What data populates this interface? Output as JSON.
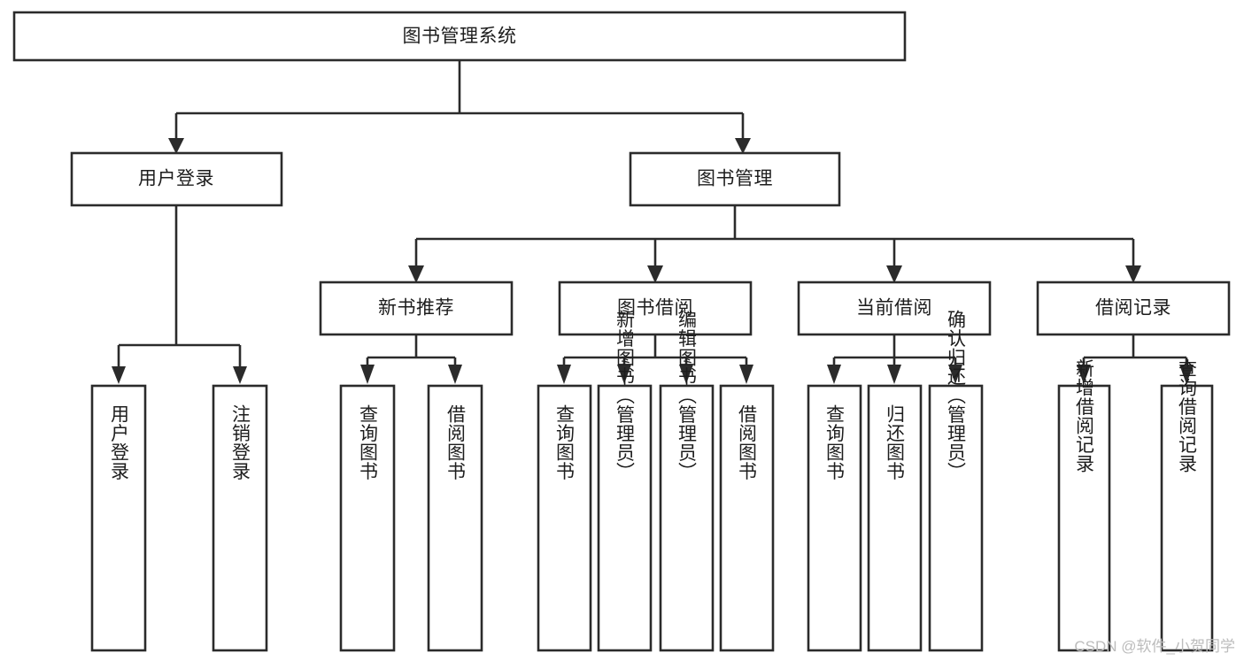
{
  "diagram": {
    "type": "tree-hierarchy-chart",
    "title": "图书管理系统",
    "watermark": "CSDN @软件_小贺同学",
    "colors": {
      "box_fill": "#ffffff",
      "box_stroke": "#2b2b2b",
      "text": "#1d1d1d",
      "background": "#ffffff",
      "watermark": "#bcbcbc"
    },
    "levels": [
      {
        "level": 1,
        "nodes": [
          {
            "id": "root",
            "label": "图书管理系统",
            "orientation": "horizontal"
          }
        ]
      },
      {
        "level": 2,
        "nodes": [
          {
            "id": "user-login",
            "label": "用户登录",
            "orientation": "horizontal",
            "parent": "root"
          },
          {
            "id": "book-manage",
            "label": "图书管理",
            "orientation": "horizontal",
            "parent": "root"
          }
        ]
      },
      {
        "level": 3,
        "nodes": [
          {
            "id": "new-book-recommend",
            "label": "新书推荐",
            "orientation": "horizontal",
            "parent": "book-manage"
          },
          {
            "id": "book-borrow",
            "label": "图书借阅",
            "orientation": "horizontal",
            "parent": "book-manage"
          },
          {
            "id": "current-borrow",
            "label": "当前借阅",
            "orientation": "horizontal",
            "parent": "book-manage"
          },
          {
            "id": "borrow-record",
            "label": "借阅记录",
            "orientation": "horizontal",
            "parent": "book-manage"
          }
        ]
      },
      {
        "level": 4,
        "nodes": [
          {
            "id": "leaf-user-login",
            "label": "用户登录",
            "orientation": "vertical",
            "parent": "user-login"
          },
          {
            "id": "leaf-logout-login",
            "label": "注销登录",
            "orientation": "vertical",
            "parent": "user-login"
          },
          {
            "id": "leaf-query-book-1",
            "label": "查询图书",
            "orientation": "vertical",
            "parent": "new-book-recommend"
          },
          {
            "id": "leaf-borrow-book-1",
            "label": "借阅图书",
            "orientation": "vertical",
            "parent": "new-book-recommend"
          },
          {
            "id": "leaf-query-book-2",
            "label": "查询图书",
            "orientation": "vertical",
            "parent": "book-borrow"
          },
          {
            "id": "leaf-add-book",
            "label": "新增图书（管理员）",
            "orientation": "vertical",
            "parent": "book-borrow"
          },
          {
            "id": "leaf-edit-book",
            "label": "编辑图书（管理员）",
            "orientation": "vertical",
            "parent": "book-borrow"
          },
          {
            "id": "leaf-borrow-book-2",
            "label": "借阅图书",
            "orientation": "vertical",
            "parent": "book-borrow"
          },
          {
            "id": "leaf-query-book-3",
            "label": "查询图书",
            "orientation": "vertical",
            "parent": "current-borrow"
          },
          {
            "id": "leaf-return-book",
            "label": "归还图书",
            "orientation": "vertical",
            "parent": "current-borrow"
          },
          {
            "id": "leaf-confirm-return",
            "label": "确认归还（管理员）",
            "orientation": "vertical",
            "parent": "current-borrow"
          },
          {
            "id": "leaf-add-record",
            "label": "新增借阅记录",
            "orientation": "vertical",
            "parent": "borrow-record"
          },
          {
            "id": "leaf-query-record",
            "label": "查询借阅记录",
            "orientation": "vertical",
            "parent": "borrow-record"
          }
        ]
      }
    ]
  }
}
